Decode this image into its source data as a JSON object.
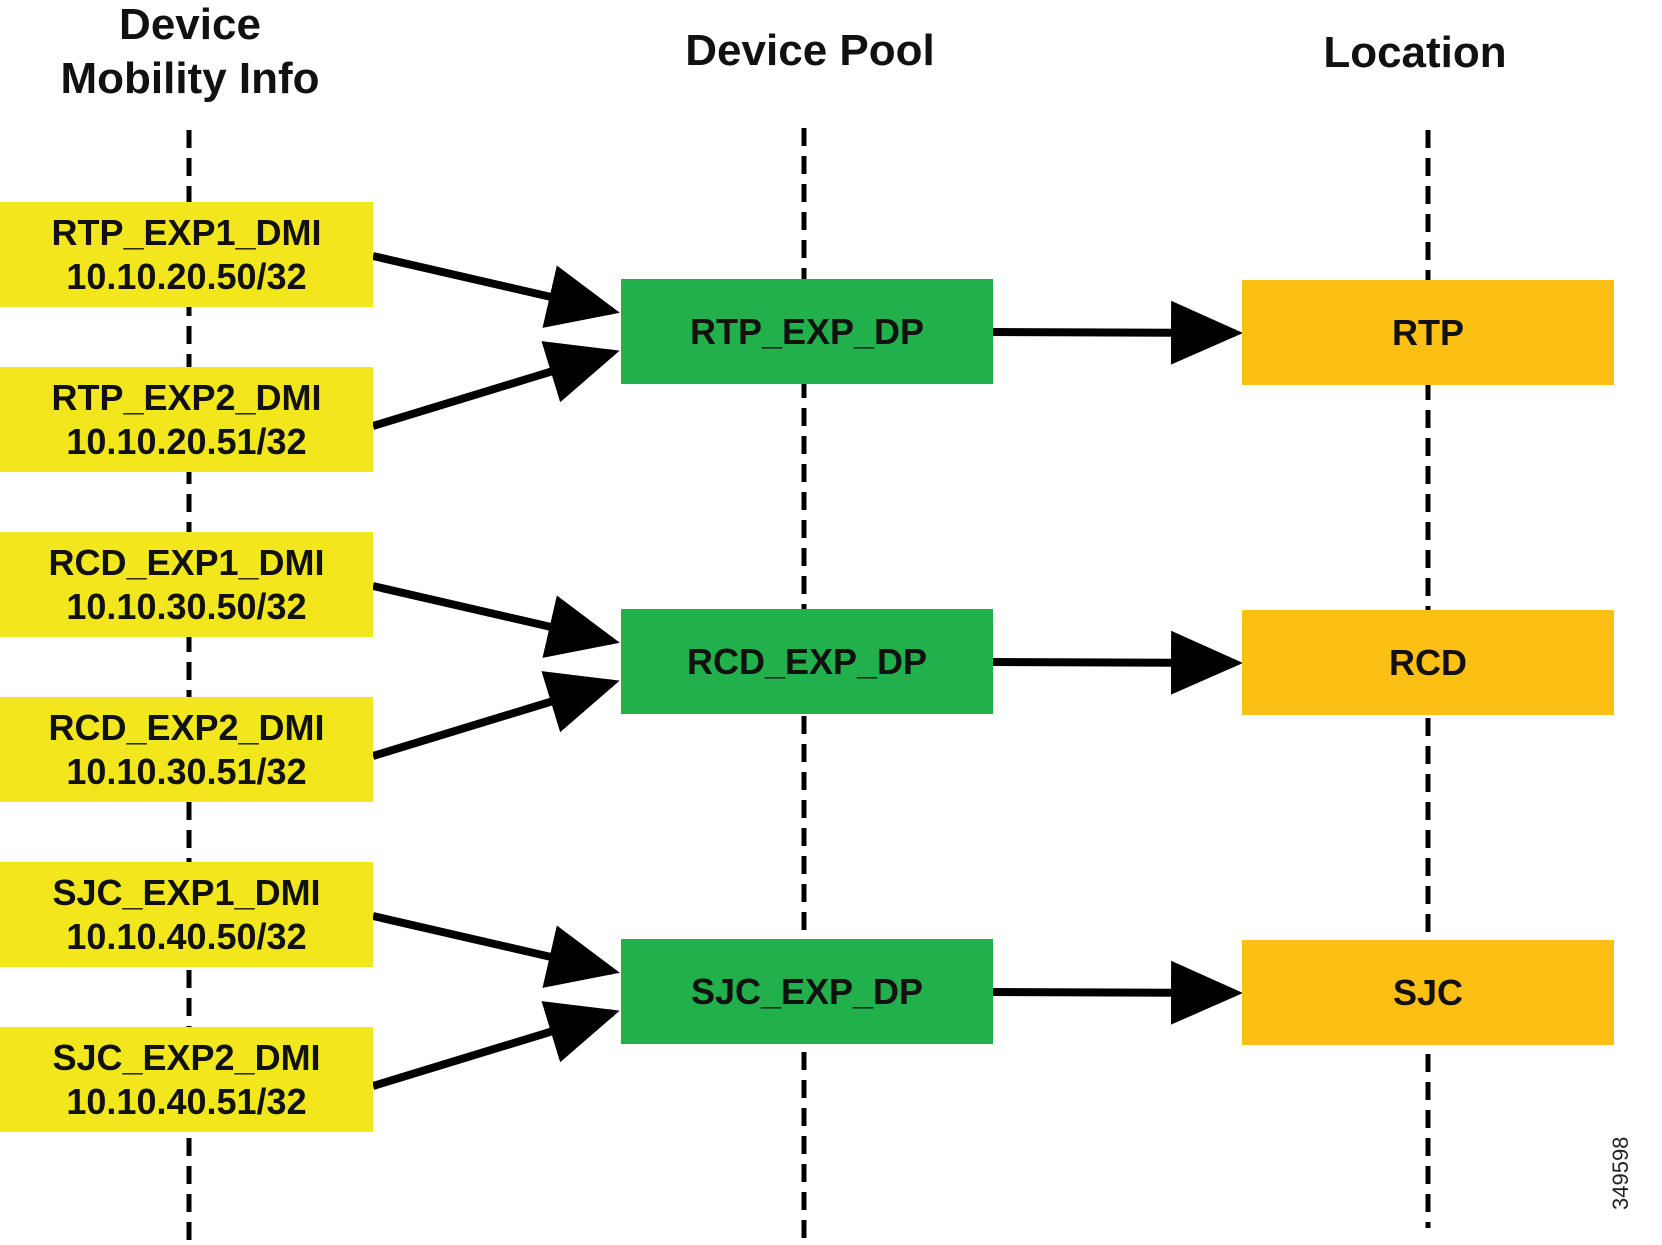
{
  "columns": {
    "dmi": {
      "line1": "Device",
      "line2": "Mobility Info"
    },
    "device_pool": {
      "label": "Device Pool"
    },
    "location": {
      "label": "Location"
    }
  },
  "dmi_entries": [
    {
      "name": "RTP_EXP1_DMI",
      "subnet": "10.10.20.50/32"
    },
    {
      "name": "RTP_EXP2_DMI",
      "subnet": "10.10.20.51/32"
    },
    {
      "name": "RCD_EXP1_DMI",
      "subnet": "10.10.30.50/32"
    },
    {
      "name": "RCD_EXP2_DMI",
      "subnet": "10.10.30.51/32"
    },
    {
      "name": "SJC_EXP1_DMI",
      "subnet": "10.10.40.50/32"
    },
    {
      "name": "SJC_EXP2_DMI",
      "subnet": "10.10.40.51/32"
    }
  ],
  "device_pools": [
    {
      "name": "RTP_EXP_DP"
    },
    {
      "name": "RCD_EXP_DP"
    },
    {
      "name": "SJC_EXP_DP"
    }
  ],
  "locations": [
    {
      "name": "RTP"
    },
    {
      "name": "RCD"
    },
    {
      "name": "SJC"
    }
  ],
  "mappings": [
    {
      "from": "RTP_EXP1_DMI",
      "to": "RTP_EXP_DP"
    },
    {
      "from": "RTP_EXP2_DMI",
      "to": "RTP_EXP_DP"
    },
    {
      "from": "RCD_EXP1_DMI",
      "to": "RCD_EXP_DP"
    },
    {
      "from": "RCD_EXP2_DMI",
      "to": "RCD_EXP_DP"
    },
    {
      "from": "SJC_EXP1_DMI",
      "to": "SJC_EXP_DP"
    },
    {
      "from": "SJC_EXP2_DMI",
      "to": "SJC_EXP_DP"
    },
    {
      "from": "RTP_EXP_DP",
      "to": "RTP"
    },
    {
      "from": "RCD_EXP_DP",
      "to": "RCD"
    },
    {
      "from": "SJC_EXP_DP",
      "to": "SJC"
    }
  ],
  "colors": {
    "dmi_fill": "#f2e61c",
    "device_pool_fill": "#21b04b",
    "location_fill": "#fcbf14",
    "arrow": "#000000",
    "divider": "#000000"
  },
  "figure_id": "349598"
}
